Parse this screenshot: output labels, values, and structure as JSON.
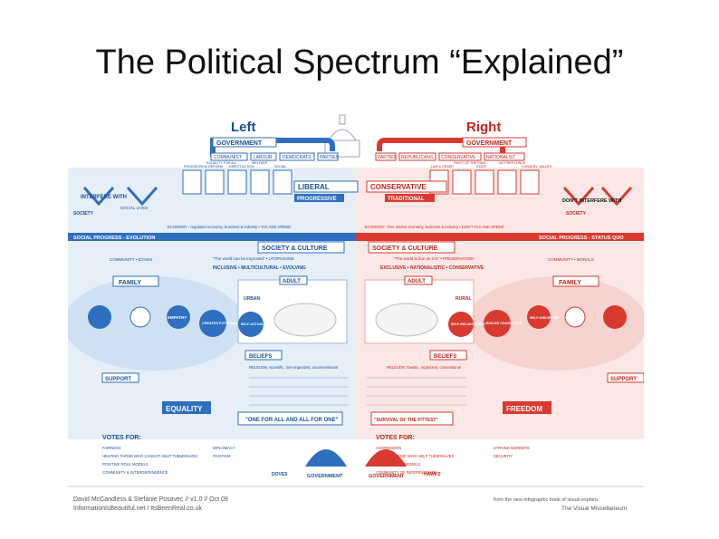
{
  "slide": {
    "title": "The Political Spectrum “Explained”"
  },
  "poster": {
    "left_heading": "Left",
    "right_heading": "Right",
    "government_label": "GOVERNMENT",
    "left_gov_tags": [
      "COMMUNIST",
      "LABOUR",
      "DEMOCRATS",
      "PARTIES"
    ],
    "right_gov_tags": [
      "PARTIES",
      "REPUBLICANS",
      "CONSERVATIVE",
      "NATIONALIST"
    ],
    "left_pillars": [
      "PROGRESSIVE REFORM",
      "EQUALITY FOR ALL",
      "DIRECT ACTION",
      "WELFARE",
      "SOCIAL"
    ],
    "right_pillars": [
      "LAW & ORDER",
      "RIGHT OF THE INDIV.",
      "STATE",
      "NO FREE LUNCH",
      "CONSERV. VALUES"
    ],
    "liberal": "LIBERAL",
    "progressive": "PROGRESSIVE",
    "conservative": "CONSERVATIVE",
    "traditional": "TRADITIONAL",
    "interfere_with": "INTERFERE WITH",
    "social_lives": "SOCIAL LIVES",
    "dont_interfere": "DON'T INTERFERE WITH",
    "society": "SOCIETY",
    "economy_left": "ECONOMY - regulated economy, business & industry • TAX AND SPEND",
    "economy_right": "ECONOMY - free market economy, business & industry • DON'T TAX AND SPEND",
    "social_progress_left": "SOCIAL PROGRESS - EVOLUTION",
    "social_progress_right": "SOCIAL PROGRESS - STATUS QUO",
    "society_culture": "SOCIETY & CULTURE",
    "community_ethos": "COMMUNITY • ETHOS",
    "community_morals": "COMMUNITY • MORALS",
    "world_left": "\"The world can be improved\" • UTOPIANISM",
    "world_right": "\"The world is fine as it is\" • PRESERVATION",
    "inclusive": "INCLUSIVE • MULTICULTURAL • EVOLVING",
    "exclusive": "EXCLUSIVE • NATIONALISTIC • CONSERVATIVE",
    "family": "FAMILY",
    "adult": "ADULT",
    "urban": "URBAN",
    "rural": "RURAL",
    "self_actualised": "SELF-ACTUALISED ADULT",
    "self_reliant": "SELF-RELIANT ADULT",
    "empathy": "EMPATHY",
    "creates_potential": "CREATES POTENTIAL",
    "builds_character": "BUILDS CHARACTER",
    "self_disc": "SELF-DISCIPLINE",
    "beliefs": "BELIEFS",
    "religion_left": "RELIGION: scientific, non-organized, unconventional",
    "religion_right": "RELIGION: theistic, organized, conventional",
    "equality": "EQUALITY",
    "freedom": "FREEDOM",
    "support": "SUPPORT",
    "left_slogan": "\"ONE FOR ALL AND ALL FOR ONE\"",
    "right_slogan": "\"SURVIVAL OF THE FITTEST\"",
    "votes_for": "VOTES FOR:",
    "left_votes": [
      "FAIRNESS",
      "HELPING THOSE WHO CANNOT HELP THEMSELVES",
      "POSITIVE ROLE MODELS",
      "COMMUNITY & INTERDEPENDENCE"
    ],
    "left_votes2": [
      "DIPLOMACY",
      "PACIFISM"
    ],
    "right_votes": [
      "AGGRESSION",
      "HELPING THOSE WHO HELP THEMSELVES",
      "STRONG ROLE MODELS",
      "COMMUNITY OF INDEPENDENCE"
    ],
    "right_votes2": [
      "STRONG BORDERS",
      "SECURITY"
    ],
    "doves": "DOVES",
    "hawks": "HAWKS",
    "credit_left_1": "David McCandless & Stefanie Posavec // v1.0 // Oct 09",
    "credit_left_2": "InformationIsBeautiful.net / ItsBeenReal.co.uk",
    "credit_right_1": "from the new infographic book of visual explora",
    "credit_right_2": "The Visual Miscellaneum"
  },
  "colors": {
    "left": "#2f6fc0",
    "right": "#d93a30",
    "left_light": "#cfe0f3",
    "right_light": "#f7d3cf"
  }
}
